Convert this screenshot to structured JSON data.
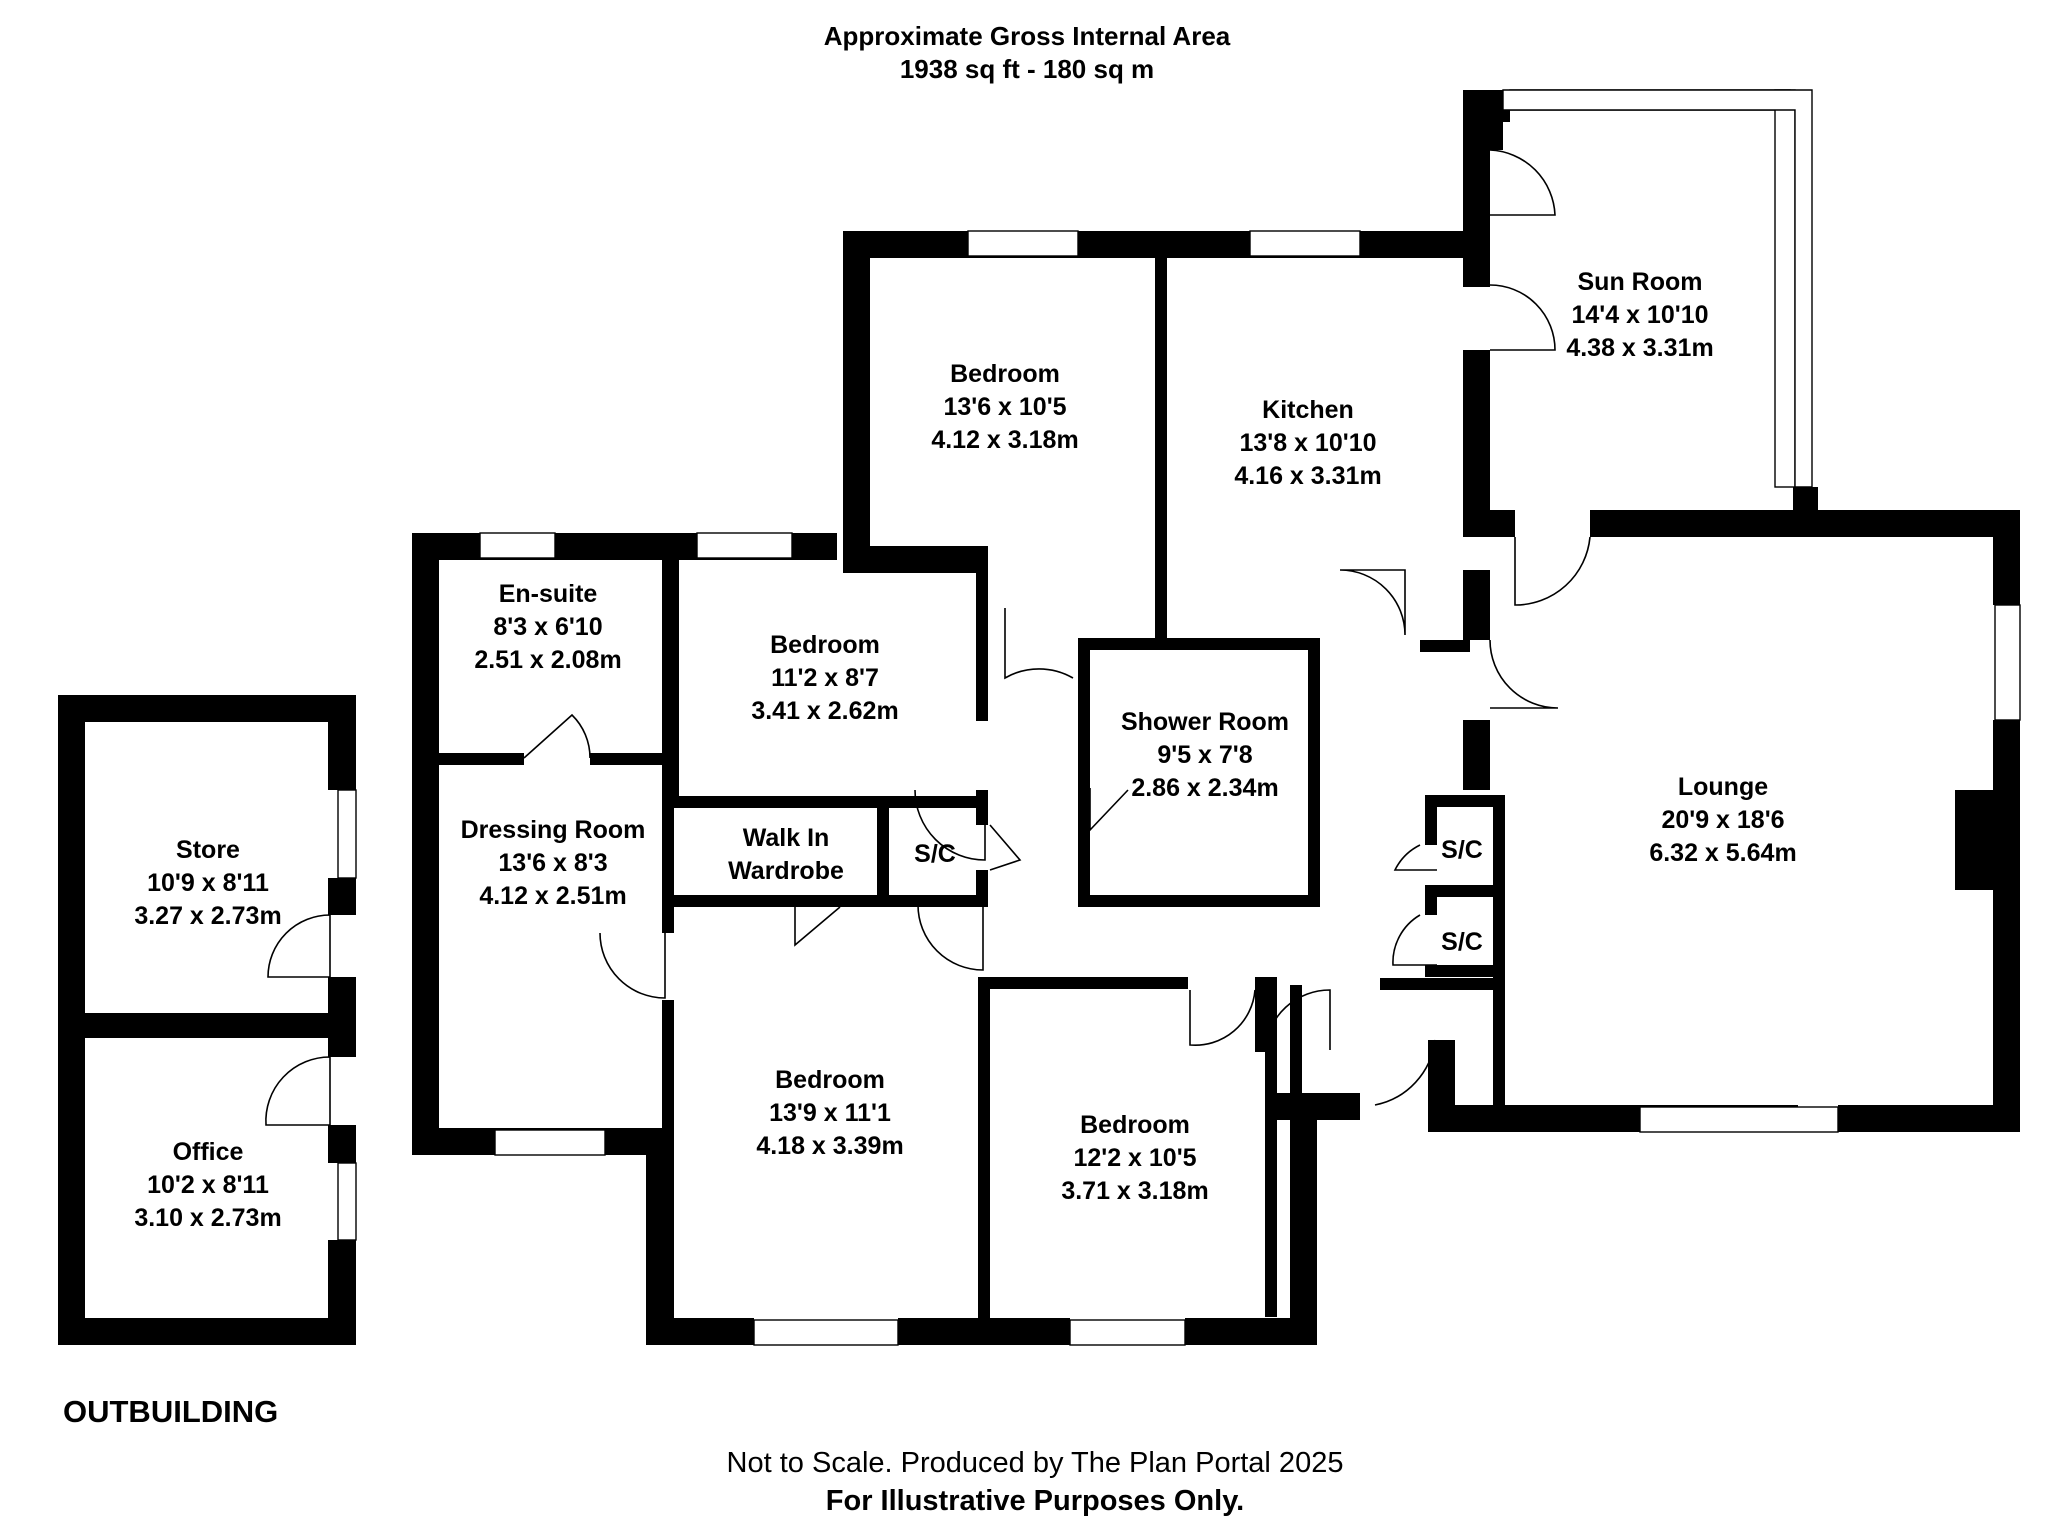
{
  "header": {
    "title": "Approximate Gross Internal Area",
    "area": "1938 sq ft - 180 sq m"
  },
  "rooms": {
    "sun_room": {
      "name": "Sun Room",
      "imperial": "14'4 x 10'10",
      "metric": "4.38 x 3.31m"
    },
    "bedroom_1": {
      "name": "Bedroom",
      "imperial": "13'6 x 10'5",
      "metric": "4.12 x 3.18m"
    },
    "kitchen": {
      "name": "Kitchen",
      "imperial": "13'8 x 10'10",
      "metric": "4.16 x 3.31m"
    },
    "en_suite": {
      "name": "En-suite",
      "imperial": "8'3 x 6'10",
      "metric": "2.51 x 2.08m"
    },
    "bedroom_2": {
      "name": "Bedroom",
      "imperial": "11'2 x 8'7",
      "metric": "3.41 x 2.62m"
    },
    "shower_room": {
      "name": "Shower Room",
      "imperial": "9'5 x 7'8",
      "metric": "2.86 x 2.34m"
    },
    "dressing_room": {
      "name": "Dressing Room",
      "imperial": "13'6 x 8'3",
      "metric": "4.12 x 2.51m"
    },
    "walk_in": {
      "line1": "Walk In",
      "line2": "Wardrobe"
    },
    "sc_1": "S/C",
    "sc_2": "S/C",
    "sc_3": "S/C",
    "lounge": {
      "name": "Lounge",
      "imperial": "20'9 x 18'6",
      "metric": "6.32 x 5.64m"
    },
    "bedroom_3": {
      "name": "Bedroom",
      "imperial": "13'9 x 11'1",
      "metric": "4.18 x 3.39m"
    },
    "bedroom_4": {
      "name": "Bedroom",
      "imperial": "12'2 x 10'5",
      "metric": "3.71 x 3.18m"
    }
  },
  "outbuilding": {
    "label": "OUTBUILDING",
    "store": {
      "name": "Store",
      "imperial": "10'9 x 8'11",
      "metric": "3.27 x 2.73m"
    },
    "office": {
      "name": "Office",
      "imperial": "10'2 x 8'11",
      "metric": "3.10 x 2.73m"
    }
  },
  "footer": {
    "note": "Not to Scale. Produced by The Plan Portal 2025",
    "disclaimer": "For Illustrative Purposes Only."
  }
}
